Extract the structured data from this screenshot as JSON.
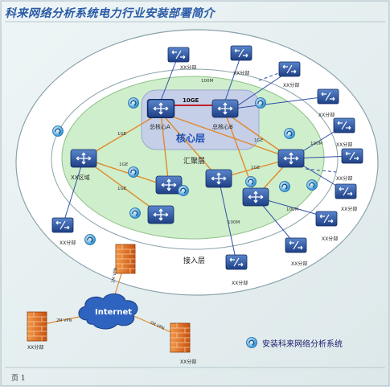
{
  "slide": {
    "title": "科来网络分析系统电力行业安装部署简介",
    "page_number": "页 1"
  },
  "layers": {
    "core": "核心层",
    "aggregation": "汇聚层",
    "access": "接入层"
  },
  "core": {
    "link_label": "10GE",
    "switch_a": "总核心A",
    "switch_b": "总核心B"
  },
  "labels": {
    "region": "XX区域",
    "branch": "XX分部",
    "branch_partial": "XX分部",
    "internet": "Internet",
    "ge": "1GE",
    "mbps100": "100M",
    "vpn": "2M VPN"
  },
  "legend": {
    "text": "安装科来网络分析系统"
  },
  "colors": {
    "frame_bg": "#eaf1f3",
    "outer_ring": "#ffffff",
    "green_zone": "#cfeecb",
    "core_box": "#c6cfe8",
    "switch_blue": "#1f4e9a",
    "line_orange": "#e08a2e",
    "line_blue": "#2f4fa8",
    "firewall": "#e06a1a",
    "title": "#2a5aa6"
  }
}
